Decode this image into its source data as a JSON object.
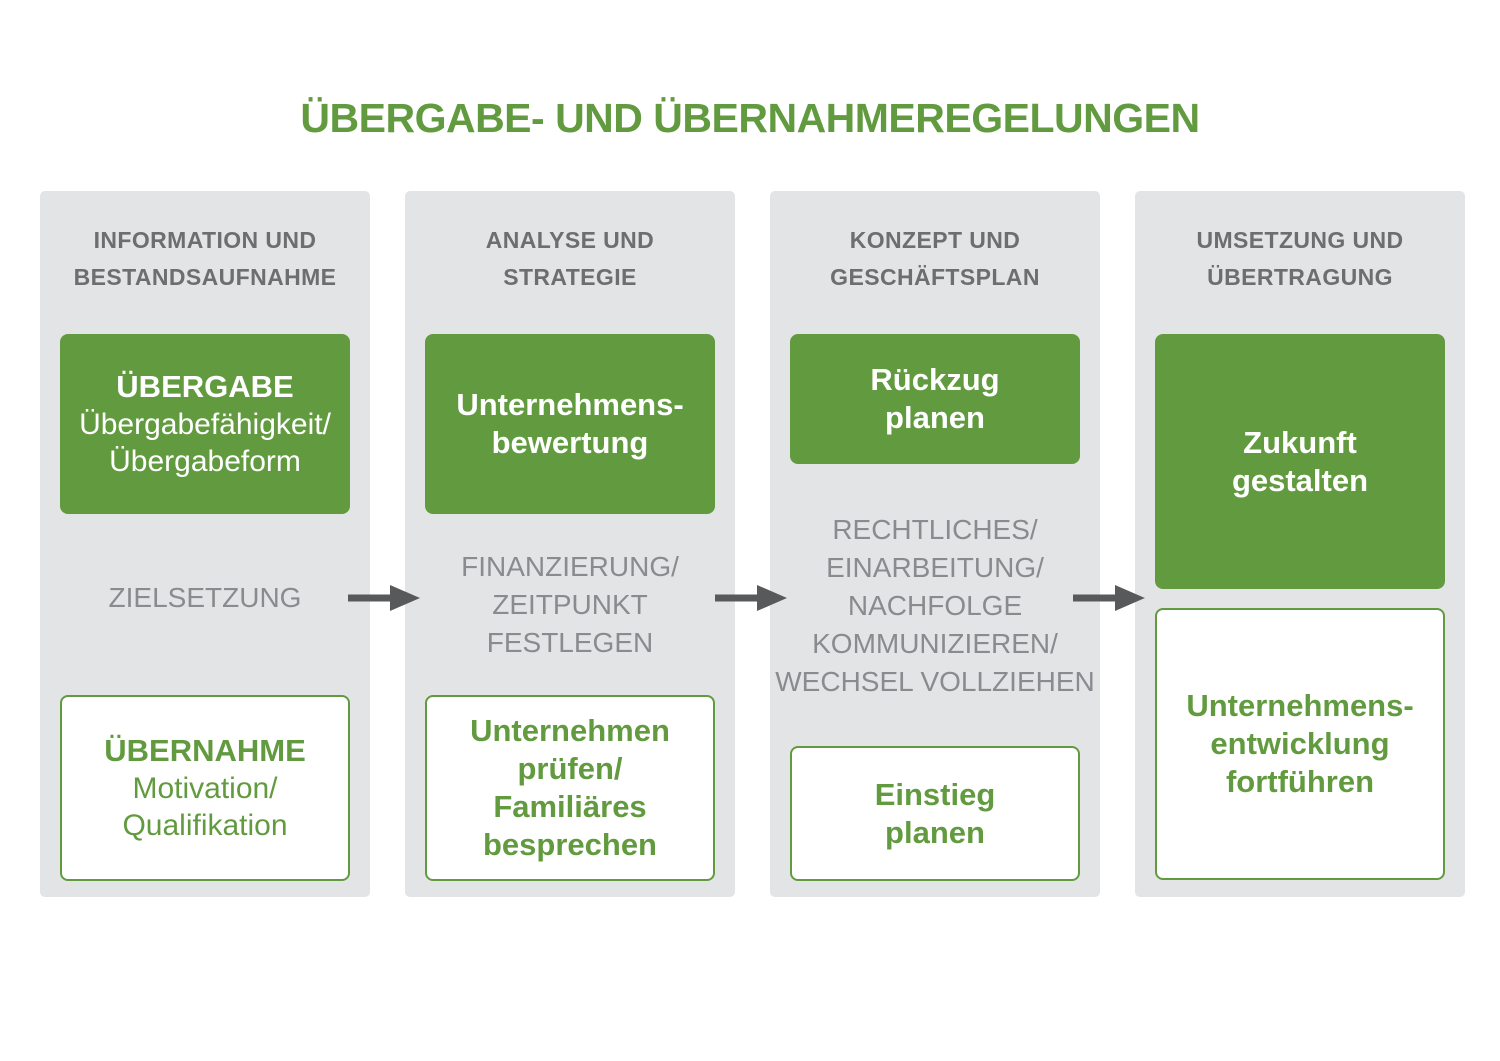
{
  "title": "ÜBERGABE- UND ÜBERNAHMEREGELUNGEN",
  "colors": {
    "green": "#629b3f",
    "column-bg": "#e3e4e5",
    "header-text": "#6d6e70",
    "muted-text": "#8a8b8e",
    "arrow": "#58595b"
  },
  "icons": {
    "arrow-right-icon": "→"
  },
  "columns": [
    {
      "header": [
        "INFORMATION UND",
        "BESTANDSAUFNAHME"
      ],
      "green_box": {
        "bold": [
          "ÜBERGABE"
        ],
        "regular": [
          "Übergabefähigkeit/",
          "Übergabeform"
        ]
      },
      "between": [
        "ZIELSETZUNG"
      ],
      "white_box": {
        "bold": [
          "ÜBERNAHME"
        ],
        "regular": [
          "Motivation/",
          "Qualifikation"
        ]
      }
    },
    {
      "header": [
        "ANALYSE UND",
        "STRATEGIE"
      ],
      "green_box": {
        "bold": [
          "Unternehmens-",
          "bewertung"
        ],
        "regular": []
      },
      "between": [
        "FINANZIERUNG/",
        "ZEITPUNKT",
        "FESTLEGEN"
      ],
      "white_box": {
        "bold": [
          "Unternehmen",
          "prüfen/",
          "Familiäres",
          "besprechen"
        ],
        "regular": []
      }
    },
    {
      "header": [
        "KONZEPT UND",
        "GESCHÄFTSPLAN"
      ],
      "green_box": {
        "bold": [
          "Rückzug",
          "planen"
        ],
        "regular": []
      },
      "between": [
        "RECHTLICHES/",
        "EINARBEITUNG/",
        "NACHFOLGE",
        "KOMMUNIZIEREN/",
        "WECHSEL VOLLZIEHEN"
      ],
      "white_box": {
        "bold": [
          "Einstieg",
          "planen"
        ],
        "regular": []
      }
    },
    {
      "header": [
        "UMSETZUNG UND",
        "ÜBERTRAGUNG"
      ],
      "green_box": {
        "bold": [
          "Zukunft",
          "gestalten"
        ],
        "regular": []
      },
      "between": [],
      "white_box": {
        "bold": [
          "Unternehmens-",
          "entwicklung",
          "fortführen"
        ],
        "regular": []
      }
    }
  ]
}
